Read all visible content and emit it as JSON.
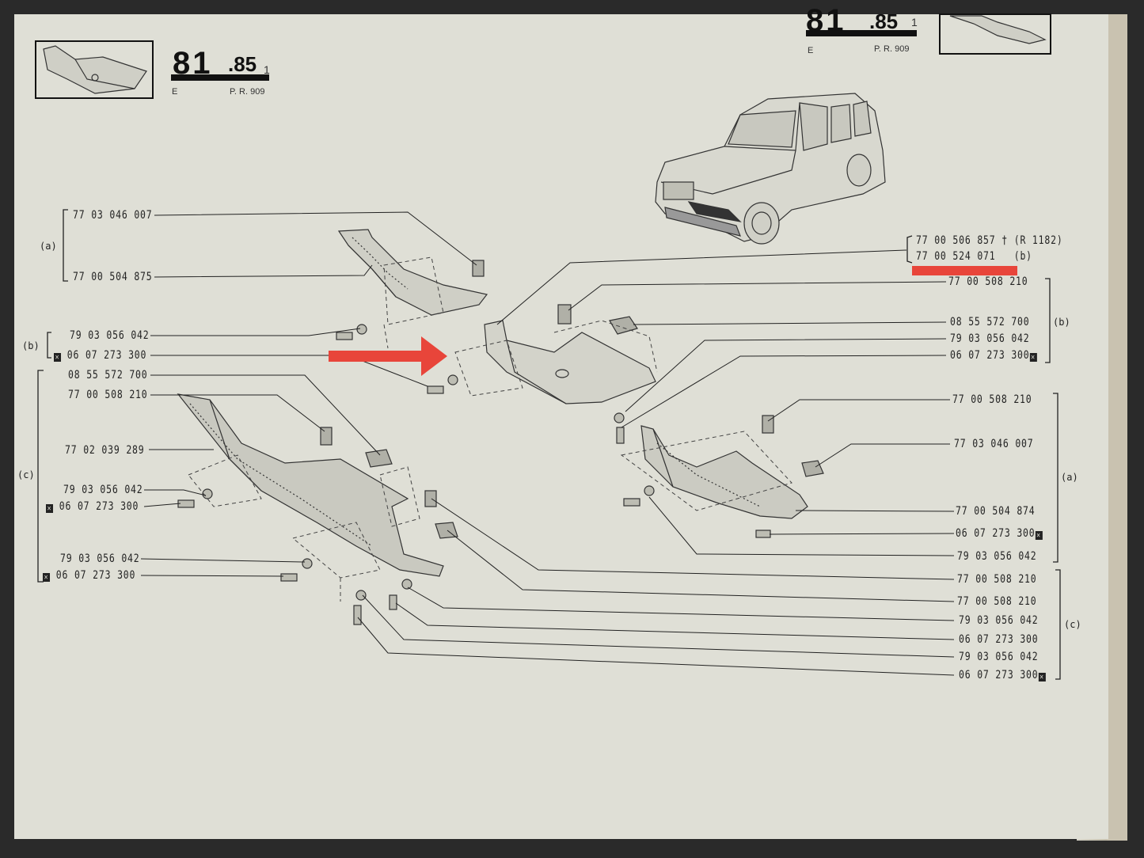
{
  "header_left": {
    "big": "81",
    "section": ".85",
    "sub": "1",
    "edition": "E",
    "pr": "P. R. 909"
  },
  "header_right": {
    "big": "81",
    "section": ".85",
    "sub": "1",
    "edition": "E",
    "pr": "P. R. 909"
  },
  "cross_mark": "✕",
  "left_labels": {
    "a_group": "(a)",
    "a1": "77 03 046 007",
    "a2": "77 00 504 875",
    "b_group": "(b)",
    "b1": "79 03 056 042",
    "b2": "06 07 273 300",
    "c_group": "(c)",
    "c1": "08 55 572 700",
    "c2": "77 00 508 210",
    "c3": "77 02 039 289",
    "c4": "79 03 056 042",
    "c5": "06 07 273 300",
    "c6": "79 03 056 042",
    "c7": "06 07 273 300"
  },
  "right_labels": {
    "top1": "77 00 506 857",
    "top1_mark": "†",
    "top1_note": "(R 1182)",
    "top2": "77 00 524 071",
    "top2_note": "(b)",
    "b_group": "(b)",
    "b1": "77 00 508 210",
    "b2": "08 55 572 700",
    "b3": "79 03 056 042",
    "b4": "06 07 273 300",
    "a_group": "(a)",
    "a1": "77 00 508 210",
    "a2": "77 03 046 007",
    "a3": "77 00 504 874",
    "a4": "06 07 273 300",
    "a5": "79 03 056 042",
    "c_group": "(c)",
    "c1": "77 00 508 210",
    "c2": "77 00 508 210",
    "c3": "79 03 056 042",
    "c4": "06 07 273 300",
    "c5": "79 03 056 042",
    "c6": "06 07 273 300"
  },
  "annotation_color": "#e8453a",
  "icons": [
    "car-illustration",
    "exploded-part-drawing",
    "arrow-annotation",
    "underline-annotation",
    "thumbnail-icon"
  ]
}
